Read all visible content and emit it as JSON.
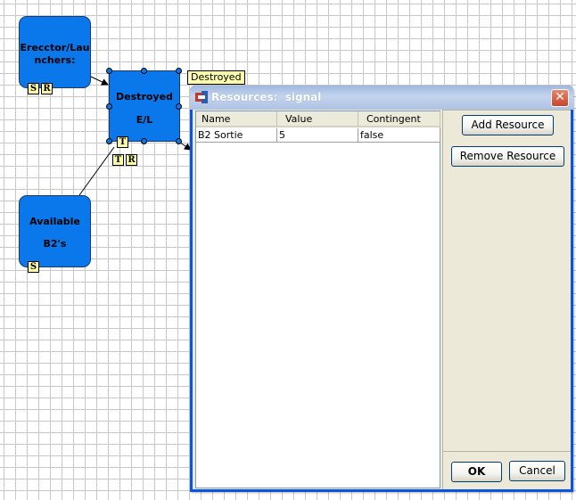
{
  "canvas": {
    "nodes": [
      {
        "line1": "Erecctor/Lau",
        "line2": "nchers:"
      },
      {
        "line1": "Destroyed",
        "line2": "E/L"
      },
      {
        "line1": "Available",
        "line2": "B2's"
      }
    ],
    "badges": {
      "erector_s": "S",
      "erector_r": "R",
      "destroyed_t_top": "T",
      "destroyed_t": "T",
      "destroyed_r": "R",
      "available_s": "S"
    },
    "edge_label": "Destroyed"
  },
  "dialog": {
    "title": "Resources:  signal",
    "close_glyph": "✕",
    "table": {
      "headers": [
        "Name",
        "Value",
        "Contingent"
      ],
      "rows": [
        {
          "name": "B2 Sortie",
          "value": "5",
          "contingent": "false"
        }
      ]
    },
    "buttons": {
      "add": "Add Resource",
      "remove": "Remove Resource",
      "ok": "OK",
      "cancel": "Cancel"
    }
  },
  "colors": {
    "node_fill": "#0a78ea",
    "badge_fill": "#ffffa8",
    "dialog_frame": "#0a54e3",
    "dialog_body": "#ece9d8"
  }
}
